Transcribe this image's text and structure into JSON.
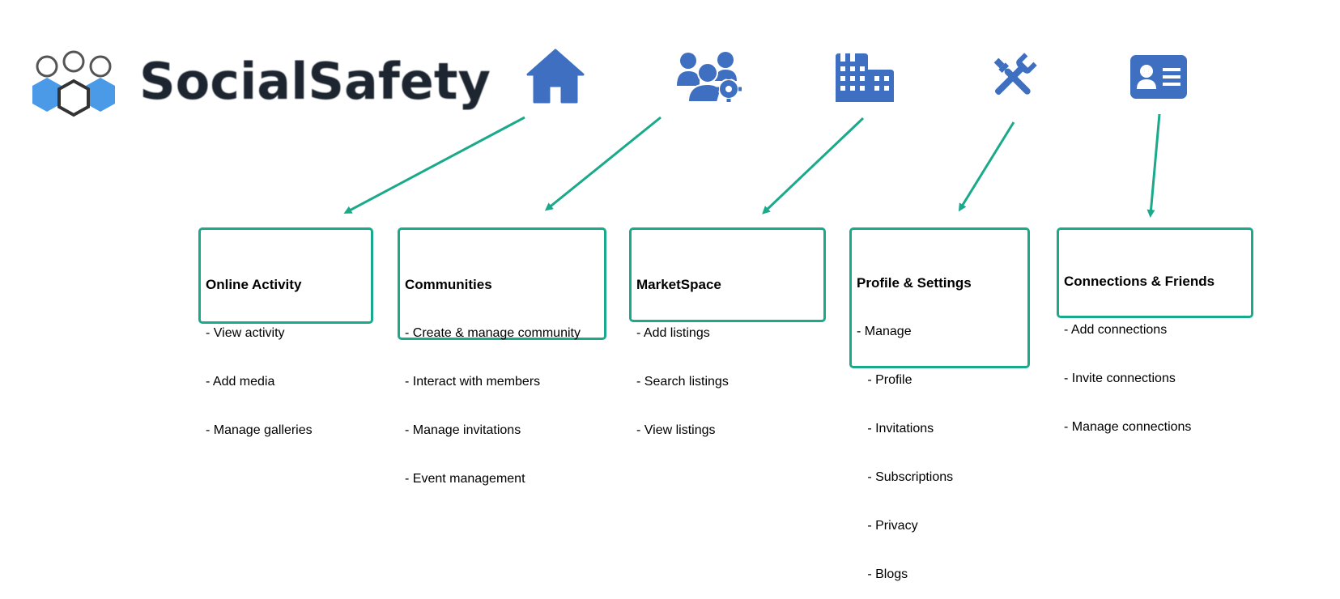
{
  "brand": {
    "name": "SocialSafety"
  },
  "colors": {
    "icon": "#3e6fc1",
    "connector": "#1aa98a",
    "logo_blue": "#4a9ae8",
    "brand_text": "#1d2630"
  },
  "icons": [
    {
      "name": "home-icon"
    },
    {
      "name": "users-gear-icon"
    },
    {
      "name": "building-icon"
    },
    {
      "name": "tools-icon"
    },
    {
      "name": "id-card-icon"
    }
  ],
  "boxes": [
    {
      "title": "Online Activity",
      "items": [
        "- View activity",
        "- Add media",
        "- Manage galleries"
      ]
    },
    {
      "title": "Communities",
      "items": [
        "- Create & manage community",
        "- Interact with members",
        "- Manage invitations",
        "- Event management"
      ]
    },
    {
      "title": "MarketSpace",
      "items": [
        "- Add listings",
        "- Search listings",
        "- View listings"
      ]
    },
    {
      "title": "Profile & Settings",
      "items": [
        "- Manage",
        "   - Profile",
        "   - Invitations",
        "   - Subscriptions",
        "   - Privacy",
        "   - Blogs"
      ]
    },
    {
      "title": "Connections & Friends",
      "items": [
        "- Add connections",
        "- Invite connections",
        "- Manage connections"
      ]
    }
  ]
}
